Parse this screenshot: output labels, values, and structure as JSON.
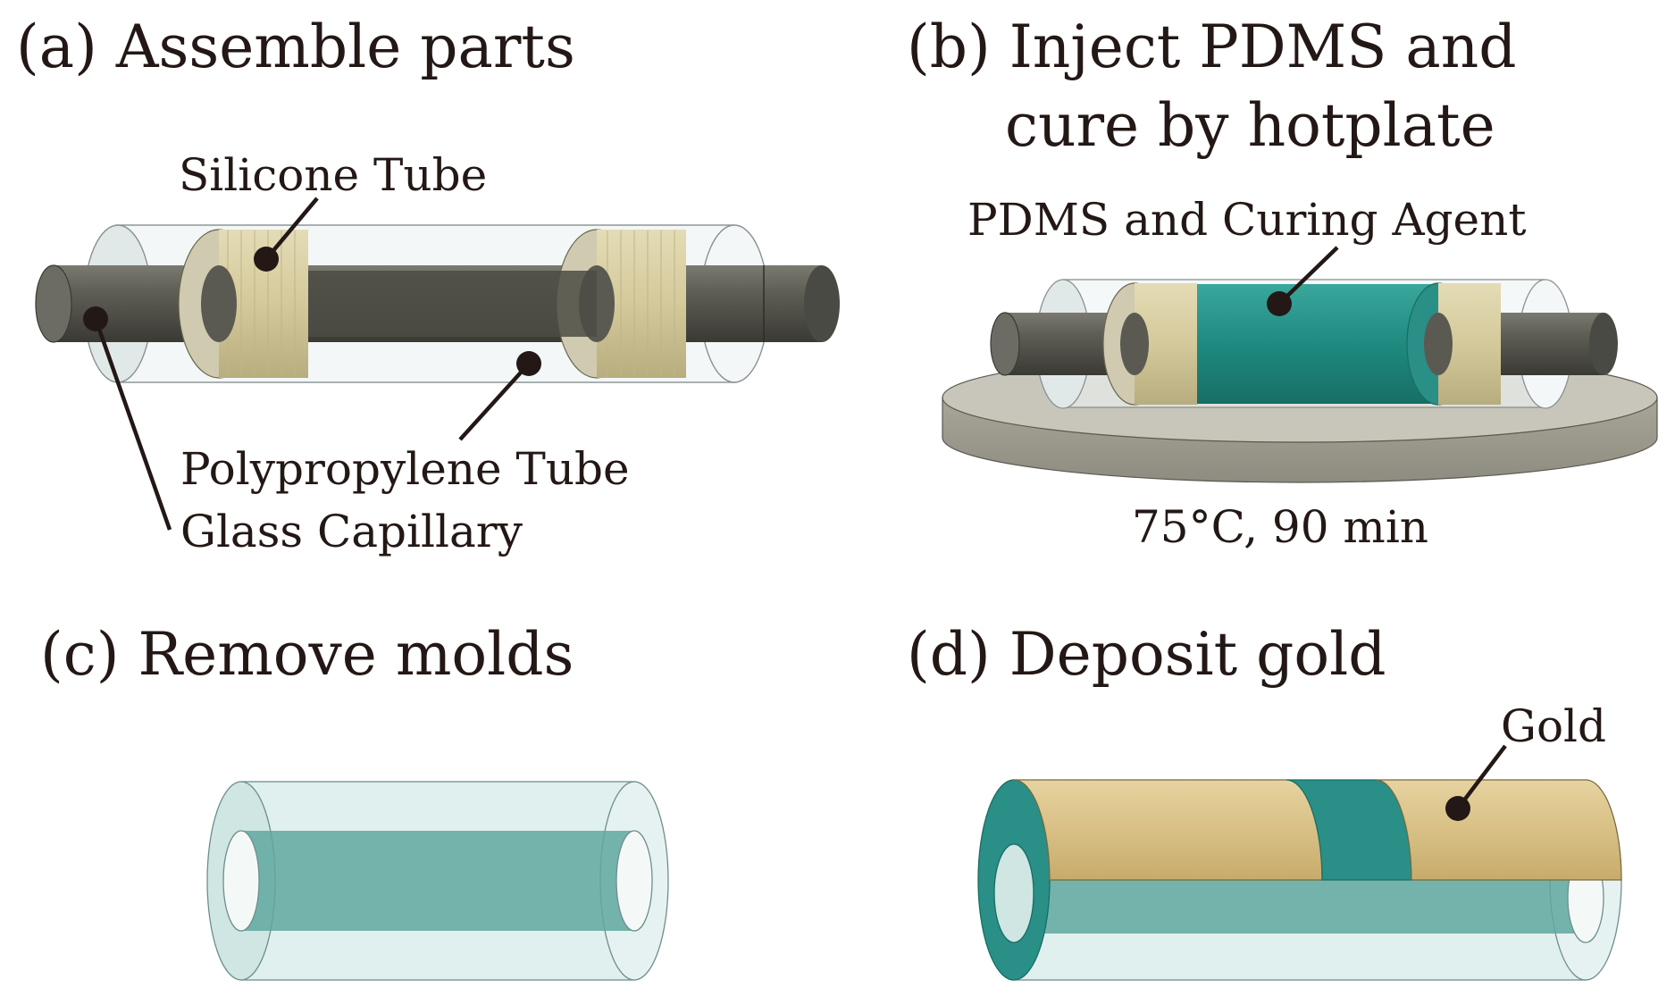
{
  "panels": {
    "a": {
      "title": "(a) Assemble parts",
      "labels": {
        "silicone_tube": "Silicone Tube",
        "polypropylene_tube": "Polypropylene Tube",
        "glass_capillary": "Glass Capillary"
      }
    },
    "b": {
      "title_line1": "(b) Inject PDMS and",
      "title_line2": "cure by hotplate",
      "labels": {
        "pdms": "PDMS and Curing Agent",
        "condition": "75°C, 90 min"
      }
    },
    "c": {
      "title": "(c) Remove molds"
    },
    "d": {
      "title": "(d) Deposit gold",
      "labels": {
        "gold": "Gold"
      }
    }
  },
  "colors": {
    "capillary": "#5a5a52",
    "silicone": "#d8cfa4",
    "polypropylene_shell": "#e8eeee",
    "pdms": "#2a8f86",
    "pdms_light": "#b9dedb",
    "gold": "#d9c28b",
    "hotplate": "#b8b6ab",
    "ink": "#231815"
  }
}
